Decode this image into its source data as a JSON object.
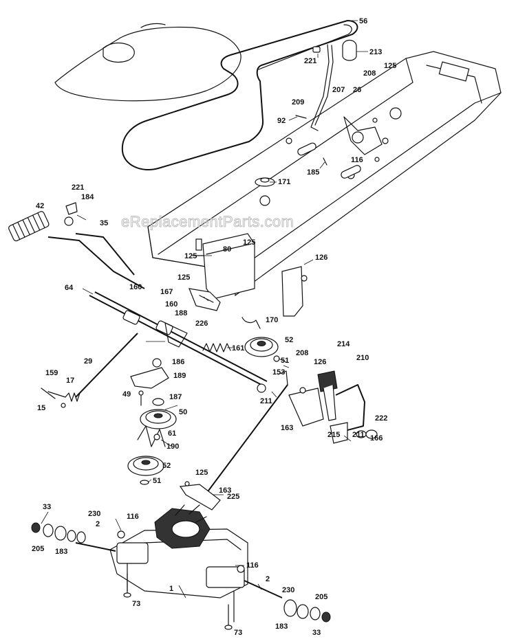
{
  "watermark": "eReplacementParts.com",
  "callouts": [
    {
      "id": "c56",
      "text": "56"
    },
    {
      "id": "c213",
      "text": "213"
    },
    {
      "id": "c221a",
      "text": "221"
    },
    {
      "id": "c125a",
      "text": "125"
    },
    {
      "id": "c208a",
      "text": "208"
    },
    {
      "id": "c209",
      "text": "209"
    },
    {
      "id": "c207",
      "text": "207"
    },
    {
      "id": "c26",
      "text": "26"
    },
    {
      "id": "c92",
      "text": "92"
    },
    {
      "id": "c116a",
      "text": "116"
    },
    {
      "id": "c185",
      "text": "185"
    },
    {
      "id": "c171",
      "text": "171"
    },
    {
      "id": "c221b",
      "text": "221"
    },
    {
      "id": "c184",
      "text": "184"
    },
    {
      "id": "c42",
      "text": "42"
    },
    {
      "id": "c35",
      "text": "35"
    },
    {
      "id": "c125b",
      "text": "125"
    },
    {
      "id": "c80",
      "text": "80"
    },
    {
      "id": "c125c",
      "text": "125"
    },
    {
      "id": "c126a",
      "text": "126"
    },
    {
      "id": "c64",
      "text": "64"
    },
    {
      "id": "c160a",
      "text": "160"
    },
    {
      "id": "c125d",
      "text": "125"
    },
    {
      "id": "c167",
      "text": "167"
    },
    {
      "id": "c160b",
      "text": "160"
    },
    {
      "id": "c188",
      "text": "188"
    },
    {
      "id": "c226",
      "text": "226"
    },
    {
      "id": "c170",
      "text": "170"
    },
    {
      "id": "c52a",
      "text": "52"
    },
    {
      "id": "c161",
      "text": "161"
    },
    {
      "id": "c51a",
      "text": "51"
    },
    {
      "id": "c214",
      "text": "214"
    },
    {
      "id": "c208b",
      "text": "208"
    },
    {
      "id": "c210",
      "text": "210"
    },
    {
      "id": "c126b",
      "text": "126"
    },
    {
      "id": "c29",
      "text": "29"
    },
    {
      "id": "c186",
      "text": "186"
    },
    {
      "id": "c159",
      "text": "159"
    },
    {
      "id": "c189",
      "text": "189"
    },
    {
      "id": "c153",
      "text": "153"
    },
    {
      "id": "c17",
      "text": "17"
    },
    {
      "id": "c211a",
      "text": "211"
    },
    {
      "id": "c49",
      "text": "49"
    },
    {
      "id": "c187",
      "text": "187"
    },
    {
      "id": "c15",
      "text": "15"
    },
    {
      "id": "c50",
      "text": "50"
    },
    {
      "id": "c222",
      "text": "222"
    },
    {
      "id": "c163a",
      "text": "163"
    },
    {
      "id": "c215",
      "text": "215"
    },
    {
      "id": "c211b",
      "text": "211"
    },
    {
      "id": "c61",
      "text": "61"
    },
    {
      "id": "c166",
      "text": "166"
    },
    {
      "id": "c190",
      "text": "190"
    },
    {
      "id": "c52b",
      "text": "52"
    },
    {
      "id": "c125e",
      "text": "125"
    },
    {
      "id": "c51b",
      "text": "51"
    },
    {
      "id": "c163b",
      "text": "163"
    },
    {
      "id": "c225",
      "text": "225"
    },
    {
      "id": "c33a",
      "text": "33"
    },
    {
      "id": "c230a",
      "text": "230"
    },
    {
      "id": "c116b",
      "text": "116"
    },
    {
      "id": "c2a",
      "text": "2"
    },
    {
      "id": "c205a",
      "text": "205"
    },
    {
      "id": "c183a",
      "text": "183"
    },
    {
      "id": "c116c",
      "text": "116"
    },
    {
      "id": "c2b",
      "text": "2"
    },
    {
      "id": "c1",
      "text": "1"
    },
    {
      "id": "c230b",
      "text": "230"
    },
    {
      "id": "c205b",
      "text": "205"
    },
    {
      "id": "c73a",
      "text": "73"
    },
    {
      "id": "c183b",
      "text": "183"
    },
    {
      "id": "c73b",
      "text": "73"
    },
    {
      "id": "c33b",
      "text": "33"
    }
  ]
}
